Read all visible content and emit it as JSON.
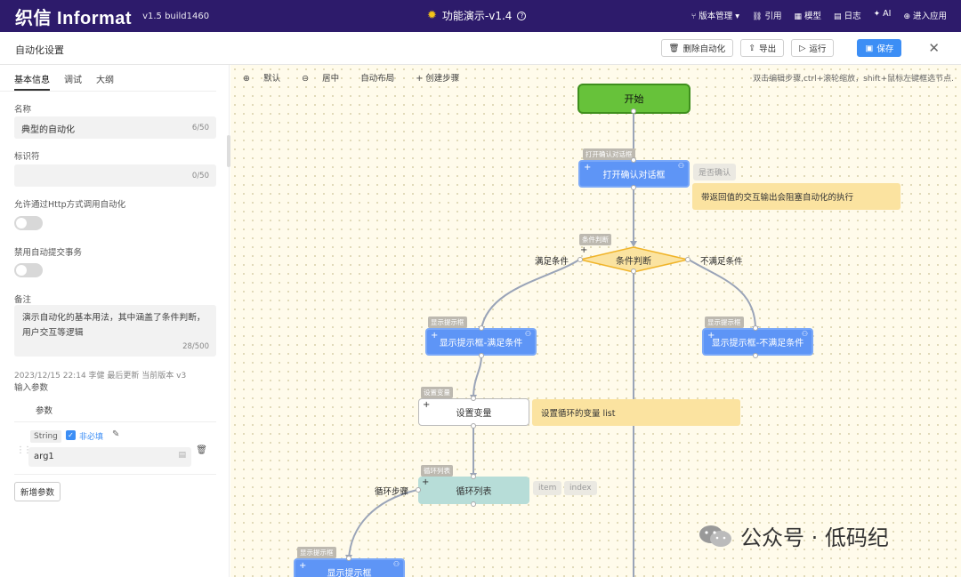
{
  "topbar": {
    "logo": "织信 Informat",
    "version": "v1.5 build1460",
    "title": "功能演示-v1.4",
    "nav": [
      {
        "icon": "⑂",
        "label": "版本管理 ▾"
      },
      {
        "icon": "⛓",
        "label": "引用"
      },
      {
        "icon": "▦",
        "label": "模型"
      },
      {
        "icon": "▤",
        "label": "日志"
      },
      {
        "icon": "✦",
        "label": "AI"
      },
      {
        "icon": "⊕",
        "label": "进入应用"
      }
    ]
  },
  "modal": {
    "title": "自动化设置",
    "delete_label": "删除自动化",
    "export_label": "导出",
    "run_label": "运行",
    "save_label": "保存"
  },
  "left": {
    "tabs": [
      "基本信息",
      "调试",
      "大纲"
    ],
    "name_label": "名称",
    "name_value": "典型的自动化",
    "name_count": "6/50",
    "id_label": "标识符",
    "id_value": "",
    "id_count": "0/50",
    "http_label": "允许通过Http方式调用自动化",
    "tx_label": "禁用自动提交事务",
    "remark_label": "备注",
    "remark_value": "演示自动化的基本用法，其中涵盖了条件判断，用户交互等逻辑",
    "remark_count": "28/500",
    "meta": "2023/12/15 22:14 李健 最后更新 当前版本 v3",
    "input_params_label": "输入参数",
    "param_header": "参数",
    "param": {
      "type": "String",
      "required_label": "非必填",
      "name": "arg1"
    },
    "add_param_label": "新增参数"
  },
  "canvas": {
    "toolbar": [
      {
        "icon": "⊕",
        "label": "默认"
      },
      {
        "icon": "⊖",
        "label": "居中"
      },
      {
        "icon": "",
        "label": "自动布局"
      },
      {
        "icon": "+",
        "label": "创建步骤"
      }
    ],
    "hint": "双击编辑步骤,ctrl+滚轮缩放，shift+鼠标左键框选节点.",
    "nodes": {
      "start": "开始",
      "confirm": "打开确认对话框",
      "confirm_tag": "打开确认对话框",
      "confirm_chip": "是否确认",
      "confirm_note": "带返回值的交互输出会阻塞自动化的执行",
      "cond": "条件判断",
      "cond_tag": "条件判断",
      "left_branch": "满足条件",
      "right_branch": "不满足条件",
      "show_yes": "显示提示框-满足条件",
      "show_yes_tag": "显示提示框",
      "show_no": "显示提示框-不满足条件",
      "show_no_tag": "显示提示框",
      "setvar": "设置变量",
      "setvar_tag": "设置变量",
      "setvar_note": "设置循环的变量 list",
      "loop": "循环列表",
      "loop_tag": "循环列表",
      "loop_step": "循环步骤",
      "loop_chip1": "item",
      "loop_chip2": "index",
      "show_last": "显示提示框",
      "show_last_tag": "显示提示框"
    },
    "watermark": "公众号 · 低码纪"
  }
}
